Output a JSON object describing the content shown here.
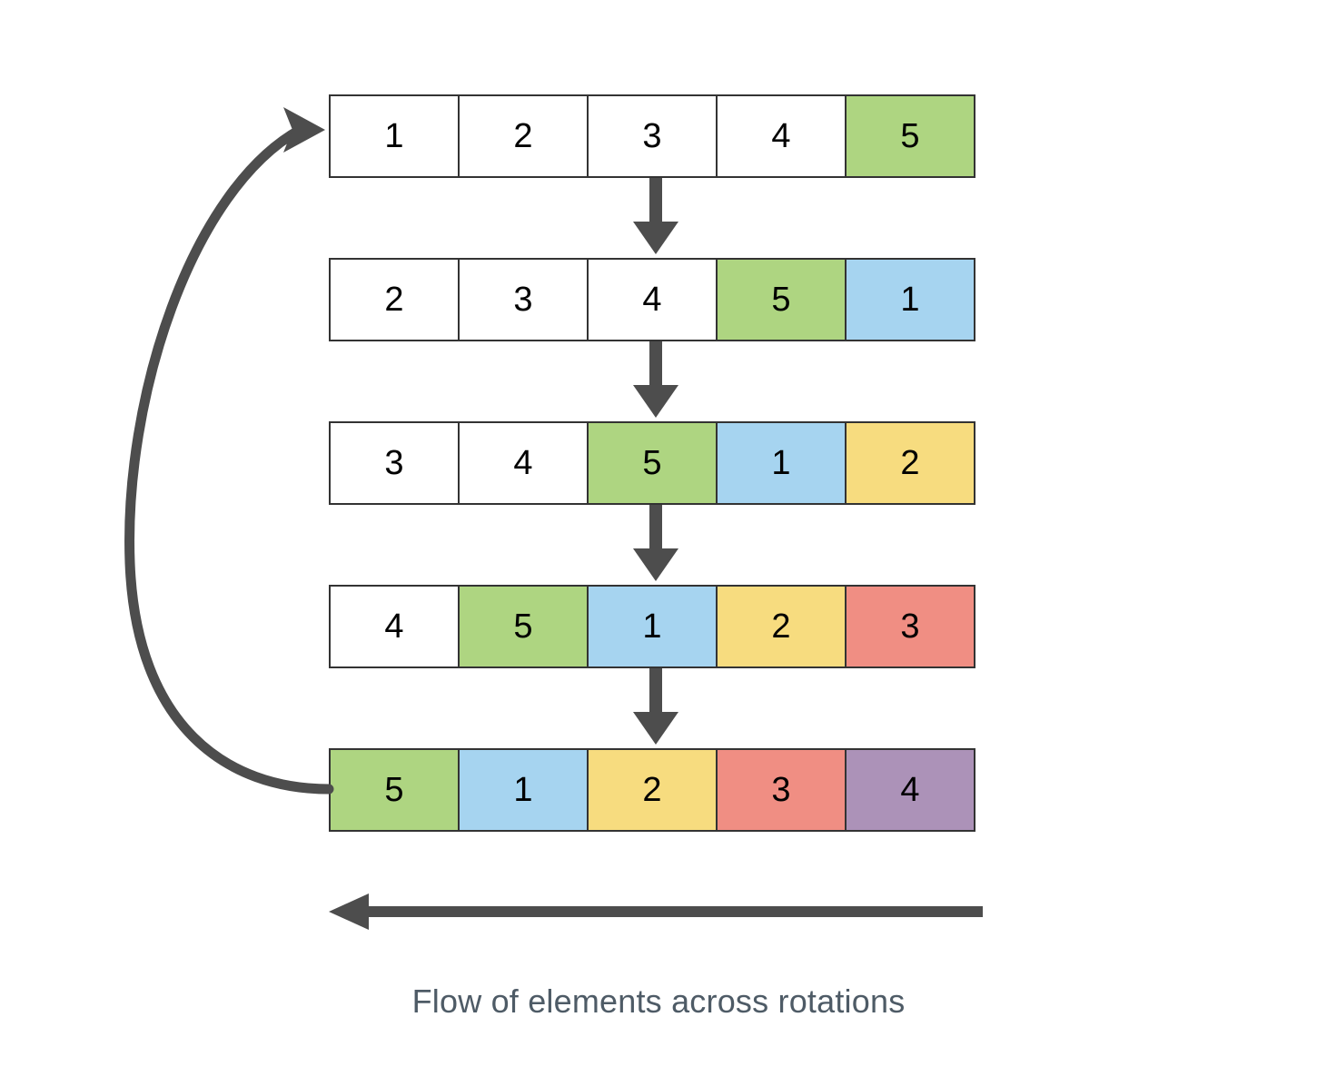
{
  "diagram": {
    "title_caption": "Flow of elements across rotations",
    "palette": {
      "white": "#ffffff",
      "green": "#aed581",
      "blue": "#a6d4f0",
      "yellow": "#f7dc7f",
      "red": "#f08e83",
      "purple": "#ac92b8",
      "border": "#333333",
      "arrow": "#4d4d4d",
      "caption_color": "#4e5b66"
    },
    "rows": [
      {
        "index": 0,
        "name": "rotation-step-0",
        "cells": [
          {
            "value": "1",
            "color": "#ffffff"
          },
          {
            "value": "2",
            "color": "#ffffff"
          },
          {
            "value": "3",
            "color": "#ffffff"
          },
          {
            "value": "4",
            "color": "#ffffff"
          },
          {
            "value": "5",
            "color": "#aed581"
          }
        ]
      },
      {
        "index": 1,
        "name": "rotation-step-1",
        "cells": [
          {
            "value": "2",
            "color": "#ffffff"
          },
          {
            "value": "3",
            "color": "#ffffff"
          },
          {
            "value": "4",
            "color": "#ffffff"
          },
          {
            "value": "5",
            "color": "#aed581"
          },
          {
            "value": "1",
            "color": "#a6d4f0"
          }
        ]
      },
      {
        "index": 2,
        "name": "rotation-step-2",
        "cells": [
          {
            "value": "3",
            "color": "#ffffff"
          },
          {
            "value": "4",
            "color": "#ffffff"
          },
          {
            "value": "5",
            "color": "#aed581"
          },
          {
            "value": "1",
            "color": "#a6d4f0"
          },
          {
            "value": "2",
            "color": "#f7dc7f"
          }
        ]
      },
      {
        "index": 3,
        "name": "rotation-step-3",
        "cells": [
          {
            "value": "4",
            "color": "#ffffff"
          },
          {
            "value": "5",
            "color": "#aed581"
          },
          {
            "value": "1",
            "color": "#a6d4f0"
          },
          {
            "value": "2",
            "color": "#f7dc7f"
          },
          {
            "value": "3",
            "color": "#f08e83"
          }
        ]
      },
      {
        "index": 4,
        "name": "rotation-step-4",
        "cells": [
          {
            "value": "5",
            "color": "#aed581"
          },
          {
            "value": "1",
            "color": "#a6d4f0"
          },
          {
            "value": "2",
            "color": "#f7dc7f"
          },
          {
            "value": "3",
            "color": "#f08e83"
          },
          {
            "value": "4",
            "color": "#ac92b8"
          }
        ]
      }
    ],
    "arrows": {
      "down_arrows": 4,
      "wrap_around_arrow": "curved-arrow-from-last-row-to-first-row",
      "flow_arrow": "left-pointing-horizontal-arrow"
    }
  }
}
